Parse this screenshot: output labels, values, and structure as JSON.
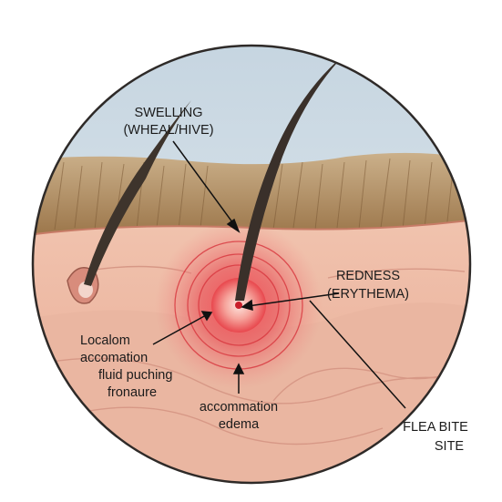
{
  "labels": {
    "swelling_line1": "SWELLING",
    "swelling_line2": "(WHEAL/HIVE)",
    "redness_line1": "REDNESS",
    "redness_line2": "(ERYTHEMA)",
    "localized_line1": "Localom",
    "localized_line2": "accomation",
    "localized_line3": "fluid puching",
    "localized_line4": "fronaure",
    "edema_line1": "accommation",
    "edema_line2": "edema",
    "flea_line1": "FLEA BITE",
    "flea_line2": "SITE"
  },
  "colors": {
    "sky": "#cfdde6",
    "fur": "#b08e62",
    "skin": "#ecb49e",
    "redness": "#e8363f",
    "hair": "#3a302a"
  }
}
